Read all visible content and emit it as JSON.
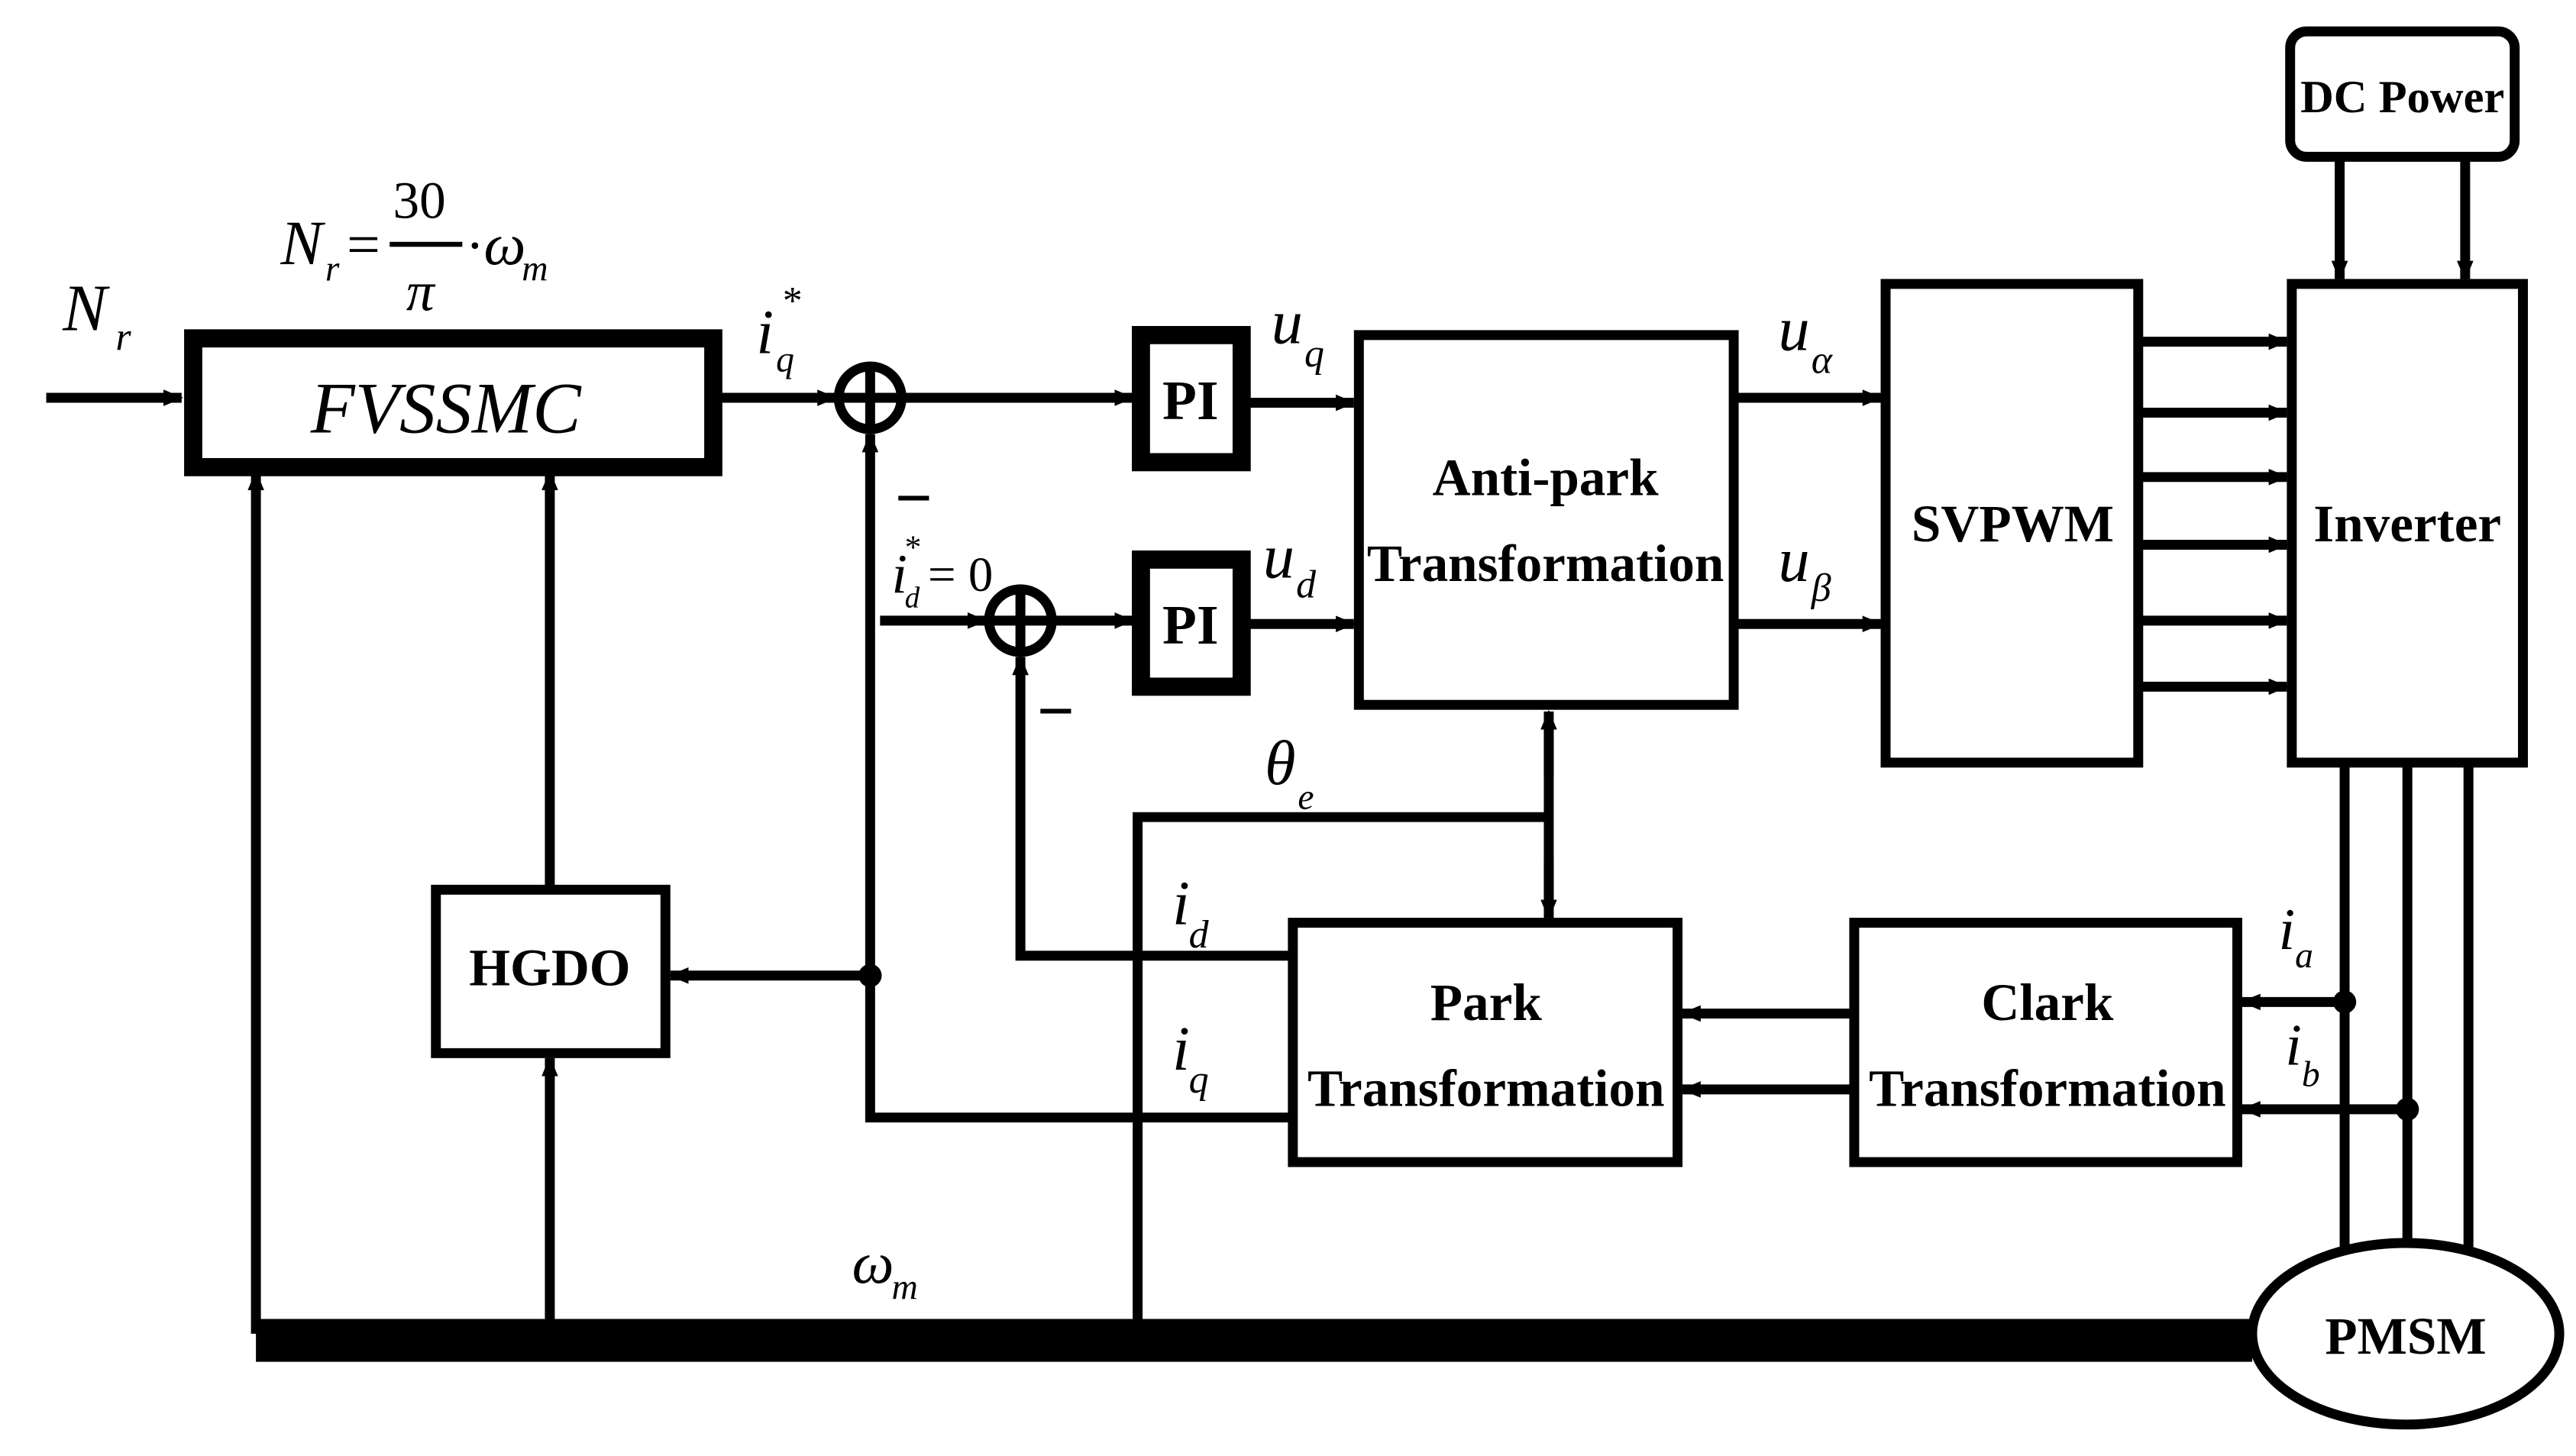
{
  "blocks": {
    "fvssmc": "FVSSMC",
    "pi_q": "PI",
    "pi_d": "PI",
    "anti_park_line1": "Anti-park",
    "anti_park_line2": "Transformation",
    "svpwm": "SVPWM",
    "inverter": "Inverter",
    "dc_power": "DC Power",
    "hgdo": "HGDO",
    "park_line1": "Park",
    "park_line2": "Transformation",
    "clark_line1": "Clark",
    "clark_line2": "Transformation",
    "pmsm": "PMSM"
  },
  "equation": {
    "lhs": "N",
    "lhs_sub": "r",
    "equals": "=",
    "numerator": "30",
    "denominator": "π",
    "dot": "·",
    "rhs": "ω",
    "rhs_sub": "m"
  },
  "signals": {
    "nr": "N",
    "nr_sub": "r",
    "iq_ref": "i",
    "iq_ref_sub": "q",
    "iq_ref_sup": "*",
    "id_ref": "i",
    "id_ref_sub": "d",
    "id_ref_sup": "*",
    "id_ref_value": "= 0",
    "uq": "u",
    "uq_sub": "q",
    "ud": "u",
    "ud_sub": "d",
    "ualpha": "u",
    "ualpha_sub": "α",
    "ubeta": "u",
    "ubeta_sub": "β",
    "theta": "θ",
    "theta_sub": "e",
    "id": "i",
    "id_sub": "d",
    "iq": "i",
    "iq_sub": "q",
    "ia": "i",
    "ia_sub": "a",
    "ib": "i",
    "ib_sub": "b",
    "wm": "ω",
    "wm_sub": "m",
    "minus": "−"
  }
}
